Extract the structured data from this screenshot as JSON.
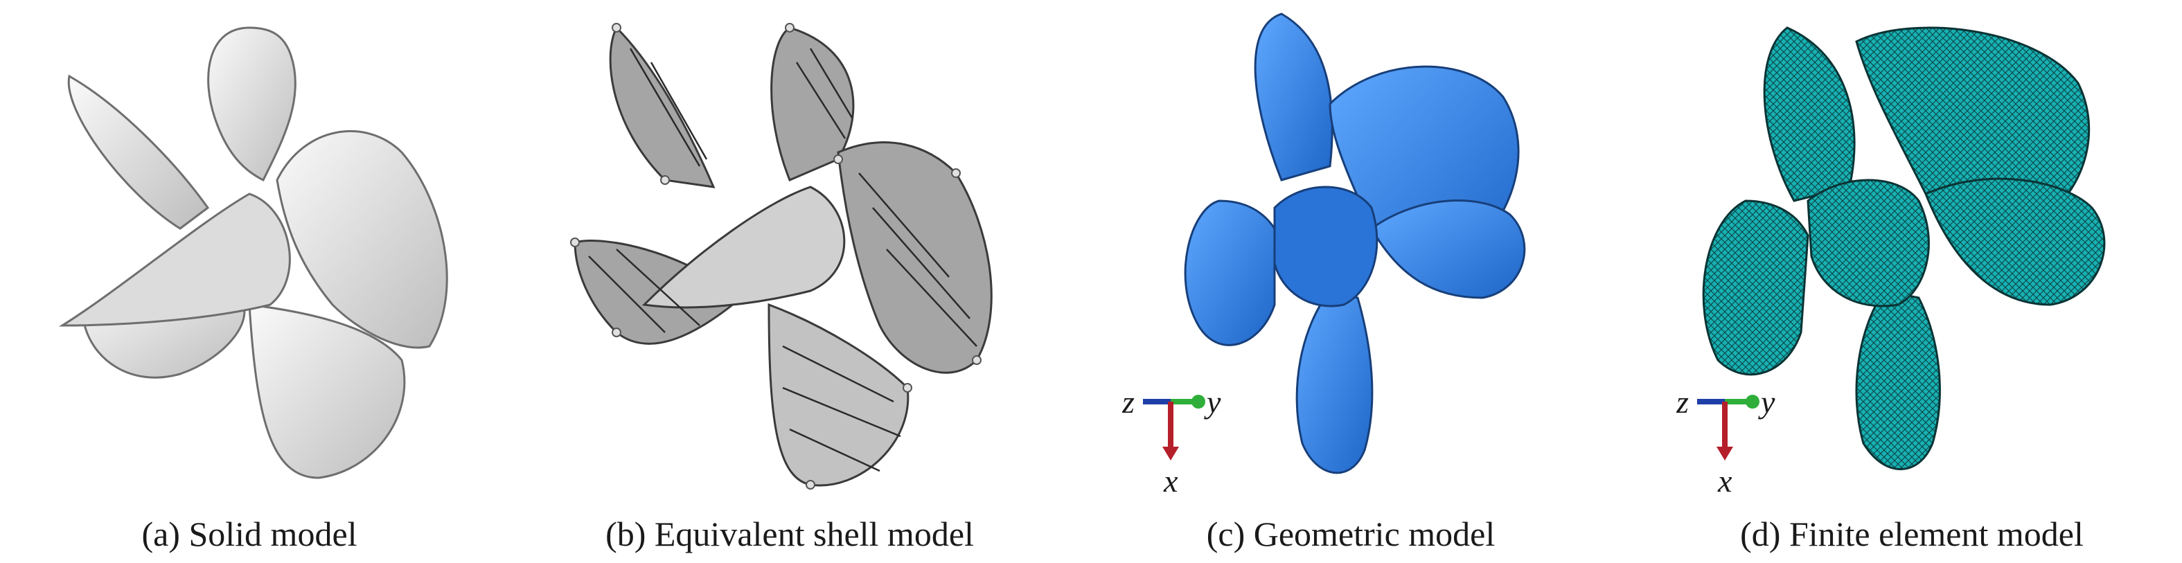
{
  "panels": [
    {
      "id": "a",
      "caption": "(a) Solid model"
    },
    {
      "id": "b",
      "caption": "(b) Equivalent shell model"
    },
    {
      "id": "c",
      "caption": "(c) Geometric model"
    },
    {
      "id": "d",
      "caption": "(d) Finite element model"
    }
  ],
  "axis_triad": {
    "z": "z",
    "y": "y",
    "x": "x"
  },
  "colors": {
    "solid": "#e6e6e6",
    "shell": "#9a9a9a",
    "geometric": "#2f7fe0",
    "mesh": "#17b1b3",
    "axis_x": "#b51f2a",
    "axis_y": "#2fae3a",
    "axis_z": "#1f3fa8"
  }
}
